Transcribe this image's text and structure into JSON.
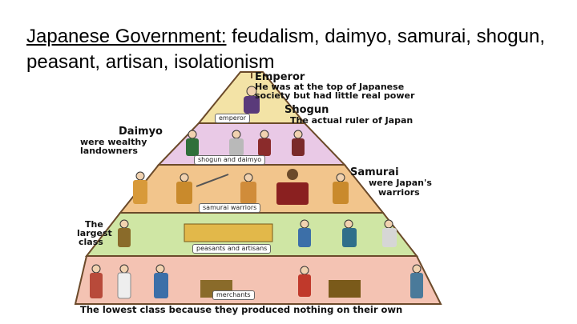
{
  "slide": {
    "title_underlined": "Japanese Government:",
    "title_rest": " feudalism, daimyo, samurai, shogun, peasant, artisan, isolationism"
  },
  "pyramid": {
    "emperor_label": "Emperor",
    "emperor_desc_1": "He was at the top of Japanese",
    "emperor_desc_2": "society but had little real power",
    "shogun_label": "Shogun",
    "shogun_desc": "The actual ruler of Japan",
    "daimyo_label": "Daimyo",
    "daimyo_desc_1": "were wealthy",
    "daimyo_desc_2": "landowners",
    "samurai_label": "Samurai",
    "samurai_desc_1": "were Japan's",
    "samurai_desc_2": "warriors",
    "largest_1": "The",
    "largest_2": "largest",
    "largest_3": "class",
    "bottom_desc": "The lowest class because they produced nothing on their own",
    "tier_captions": {
      "t1": "emperor",
      "t2": "shogun and daimyo",
      "t3": "samurai warriors",
      "t4": "peasants and artisans",
      "t5": "merchants"
    },
    "colors": {
      "tier1": "#f3e3a6",
      "tier2": "#e9c9e6",
      "tier3": "#f2c58c",
      "tier4": "#cfe6a4",
      "tier5": "#f4c3b3"
    }
  }
}
